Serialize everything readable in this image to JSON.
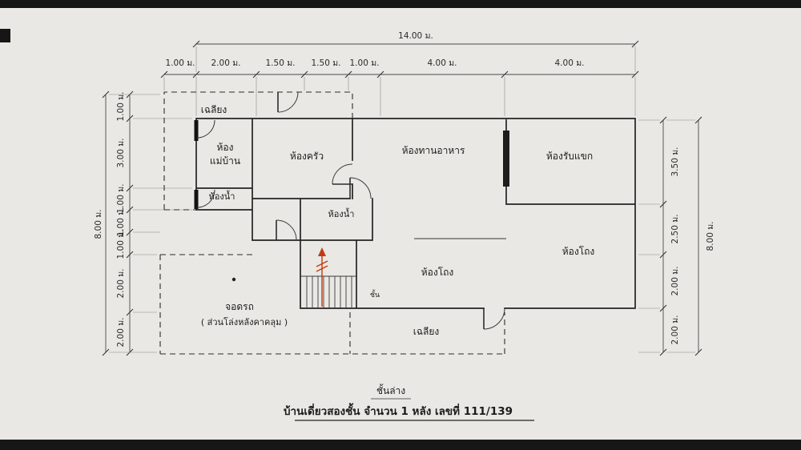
{
  "colors": {
    "paper": "#e9e8e4",
    "ink": "#1f1f1f",
    "stair_arrow_red": "#c23b10"
  },
  "dimensions": {
    "top": {
      "total": "14.00 ม.",
      "segments": [
        "1.00 ม.",
        "2.00 ม.",
        "1.50 ม.",
        "1.50 ม.",
        "1.00 ม.",
        "4.00 ม.",
        "4.00 ม."
      ]
    },
    "left": {
      "total": "8.00 ม.",
      "segments": [
        "1.00 ม.",
        "3.00 ม.",
        "1.00 ม.",
        "1.00 ม.",
        "1.00 ม.",
        "2.00 ม.",
        "2.00 ม."
      ]
    },
    "right": {
      "total": "8.00 ม.",
      "segments": [
        "3.50 ม.",
        "2.50 ม.",
        "2.00 ม.",
        "2.00 ม."
      ]
    }
  },
  "rooms": {
    "porch_top": "เฉลียง",
    "maid_room_line1": "ห้อง",
    "maid_room_line2": "แม่บ้าน",
    "kitchen": "ห้องครัว",
    "dining": "ห้องทานอาหาร",
    "guest": "ห้องรับแขก",
    "bathroom_1": "ห้องน้ำ",
    "bathroom_2": "ห้องน้ำ",
    "hall_center": "ห้องโถง",
    "hall_right": "ห้องโถง",
    "parking": "จอดรถ",
    "parking_note": "( ส่วนโล่งหลังคาคลุม )",
    "porch_bottom": "เฉลียง",
    "stairs": "ชั้น"
  },
  "footer": {
    "floor_label": "ชั้นล่าง",
    "title": "บ้านเดี่ยวสองชั้น จำนวน 1 หลัง เลขที่ 111/139"
  }
}
